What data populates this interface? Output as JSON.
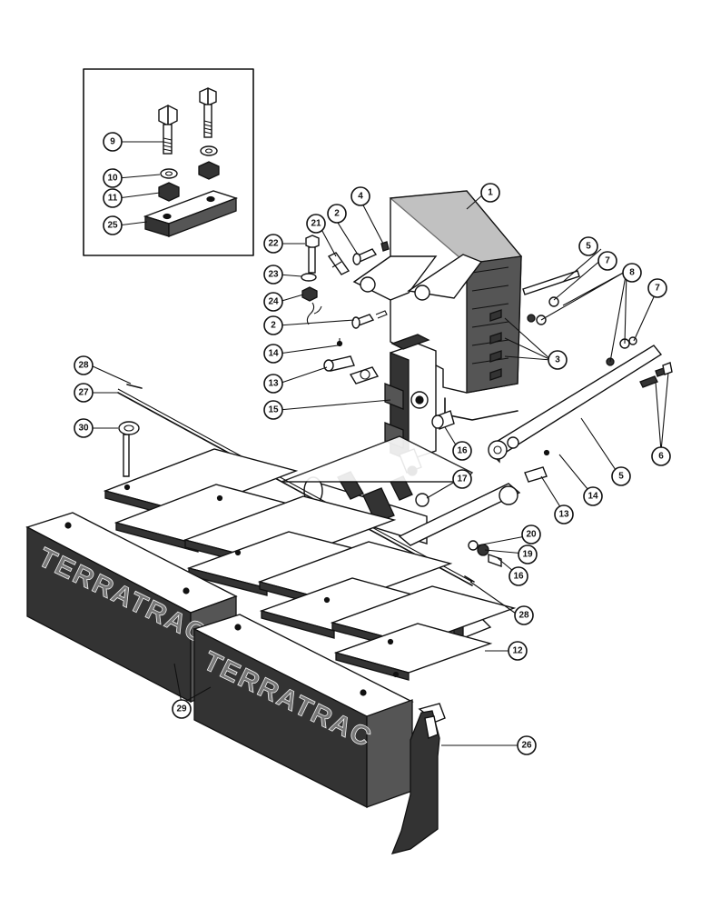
{
  "diagram": {
    "logo_text": "TERRATRAC",
    "callouts": {
      "c1": "1",
      "c2a": "2",
      "c2b": "2",
      "c3": "3",
      "c4": "4",
      "c5a": "5",
      "c5b": "5",
      "c6": "6",
      "c7a": "7",
      "c7b": "7",
      "c8": "8",
      "c9": "9",
      "c10": "10",
      "c11": "11",
      "c12": "12",
      "c13a": "13",
      "c13b": "13",
      "c14a": "14",
      "c14b": "14",
      "c15": "15",
      "c16a": "16",
      "c16b": "16",
      "c17": "17",
      "c19": "19",
      "c20": "20",
      "c21": "21",
      "c22": "22",
      "c23": "23",
      "c24": "24",
      "c25": "25",
      "c26": "26",
      "c27": "27",
      "c28a": "28",
      "c28b": "28",
      "c29": "29",
      "c30": "30"
    }
  }
}
